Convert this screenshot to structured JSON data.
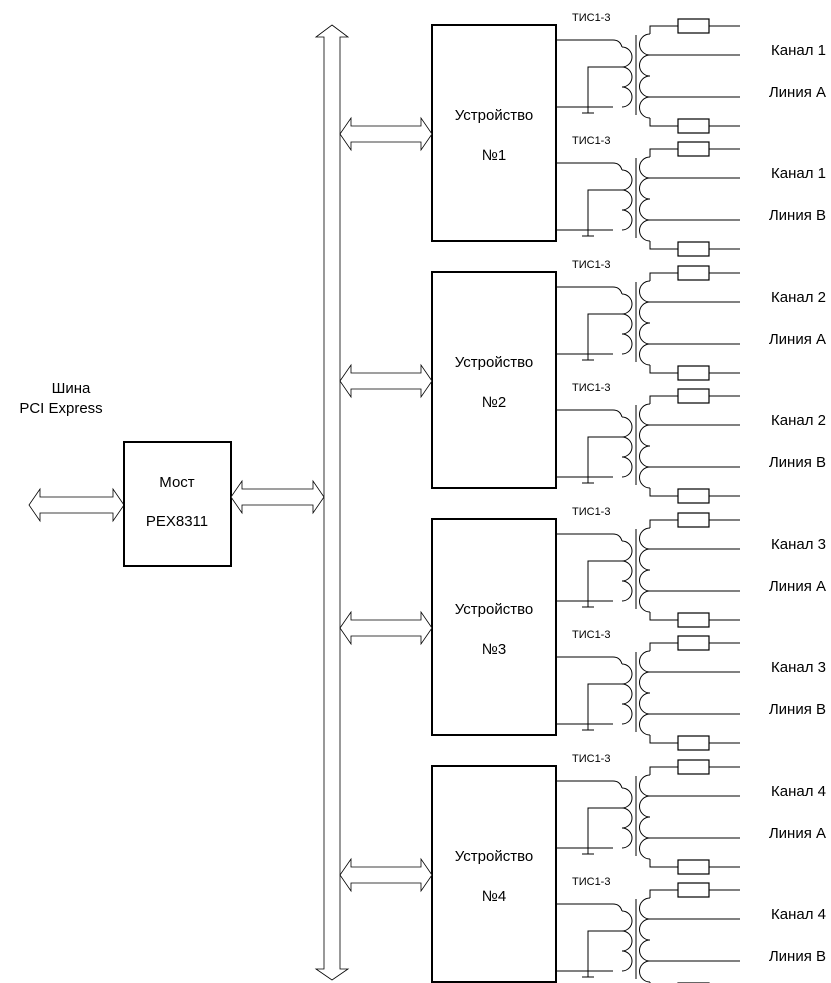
{
  "bus": {
    "line1": "Шина",
    "line2": "PCI Express"
  },
  "bridge": {
    "title": "Мост",
    "chip": "PEX8311"
  },
  "devices": [
    {
      "name": "Устройство",
      "number": "№1",
      "transformers": [
        {
          "type": "ТИС1-3",
          "channel": "Канал 1",
          "line": "Линия А"
        },
        {
          "type": "ТИС1-3",
          "channel": "Канал 1",
          "line": "Линия В"
        }
      ]
    },
    {
      "name": "Устройство",
      "number": "№2",
      "transformers": [
        {
          "type": "ТИС1-3",
          "channel": "Канал 2",
          "line": "Линия А"
        },
        {
          "type": "ТИС1-3",
          "channel": "Канал 2",
          "line": "Линия В"
        }
      ]
    },
    {
      "name": "Устройство",
      "number": "№3",
      "transformers": [
        {
          "type": "ТИС1-3",
          "channel": "Канал 3",
          "line": "Линия А"
        },
        {
          "type": "ТИС1-3",
          "channel": "Канал 3",
          "line": "Линия В"
        }
      ]
    },
    {
      "name": "Устройство",
      "number": "№4",
      "transformers": [
        {
          "type": "ТИС1-3",
          "channel": "Канал 4",
          "line": "Линия А"
        },
        {
          "type": "ТИС1-3",
          "channel": "Канал 4",
          "line": "Линия В"
        }
      ]
    }
  ]
}
